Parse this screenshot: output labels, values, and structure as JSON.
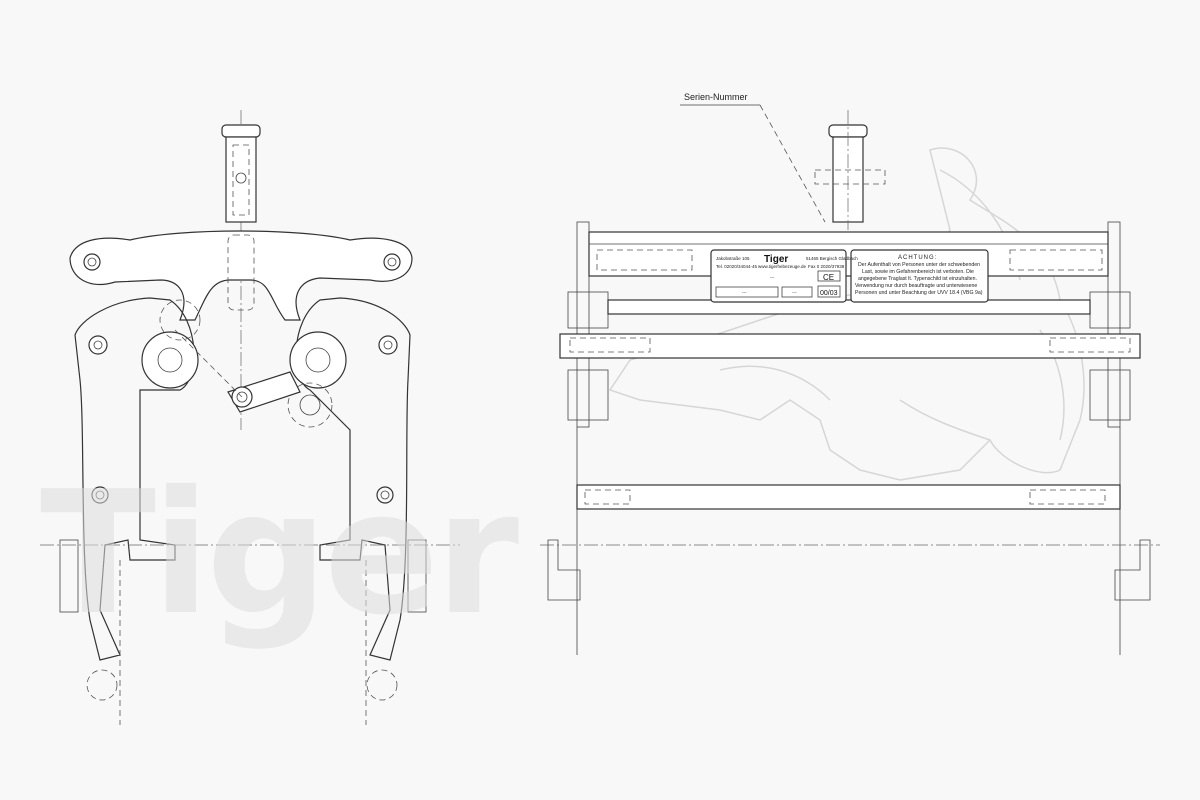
{
  "watermark": {
    "logo_text": "Tiger"
  },
  "callout": {
    "label": "Serien-Nummer"
  },
  "nameplate": {
    "brand": "Tiger",
    "address_line1": "Jakobstraße 105",
    "address_line2": "Tel. 02020/34044-45",
    "website": "www.tigerhebezeuge.de",
    "city": "51465 Bergisch Gladbach",
    "fax": "Fax 0 2020/37938",
    "ce_mark": "CE",
    "serial_placeholder": "---",
    "field_load": "---",
    "field_weight": "---",
    "date_value": "00/03",
    "warning_title": "ACHTUNG:",
    "warning_lines": [
      "Der Aufenthalt von Personen unter der schwebenden",
      "Last, sowie im Gefahrenbereich ist verboten. Die",
      "angegebene Traglast lt. Typenschild ist einzuhalten.",
      "Verwendung nur durch beauftragte und unterwiesene",
      "Personen und unter Beachtung der UVV 18.4 (VBG 9a)"
    ]
  }
}
